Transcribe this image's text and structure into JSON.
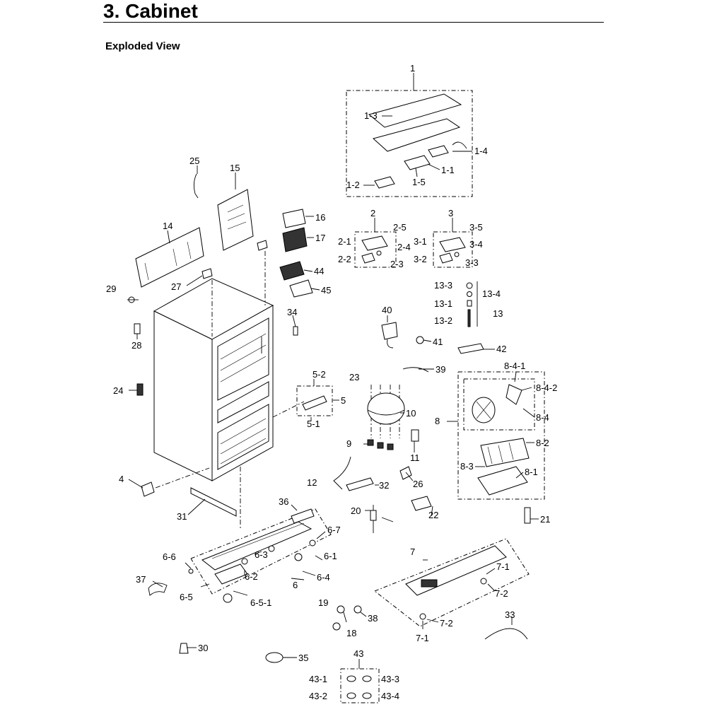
{
  "page": {
    "heading": "3.  Cabinet",
    "subheading": "Exploded View"
  },
  "callouts": {
    "c1": "1",
    "c1_1": "1-1",
    "c1_2": "1-2",
    "c1_3": "1-3",
    "c1_4": "1-4",
    "c1_5": "1-5",
    "c2": "2",
    "c2_1": "2-1",
    "c2_2": "2-2",
    "c2_3": "2-3",
    "c2_4": "2-4",
    "c2_5": "2-5",
    "c3": "3",
    "c3_1": "3-1",
    "c3_2": "3-2",
    "c3_3": "3-3",
    "c3_4": "3-4",
    "c3_5": "3-5",
    "c4": "4",
    "c5": "5",
    "c5_1": "5-1",
    "c5_2": "5-2",
    "c6": "6",
    "c6_1": "6-1",
    "c6_2": "6-2",
    "c6_3": "6-3",
    "c6_4": "6-4",
    "c6_5": "6-5",
    "c6_5_1": "6-5-1",
    "c6_6": "6-6",
    "c6_7": "6-7",
    "c7": "7",
    "c7_1a": "7-1",
    "c7_1b": "7-1",
    "c7_2a": "7-2",
    "c7_2b": "7-2",
    "c8": "8",
    "c8_1": "8-1",
    "c8_2": "8-2",
    "c8_3": "8-3",
    "c8_4": "8-4",
    "c8_4_1": "8-4-1",
    "c8_4_2": "8-4-2",
    "c9": "9",
    "c10": "10",
    "c11": "11",
    "c12": "12",
    "c13": "13",
    "c13_1": "13-1",
    "c13_2": "13-2",
    "c13_3": "13-3",
    "c13_4": "13-4",
    "c14": "14",
    "c15": "15",
    "c16": "16",
    "c17": "17",
    "c18": "18",
    "c19": "19",
    "c20": "20",
    "c21": "21",
    "c22": "22",
    "c23": "23",
    "c24": "24",
    "c25": "25",
    "c26": "26",
    "c27": "27",
    "c28": "28",
    "c29": "29",
    "c30": "30",
    "c31": "31",
    "c32": "32",
    "c33": "33",
    "c34": "34",
    "c35": "35",
    "c36": "36",
    "c37": "37",
    "c38": "38",
    "c39": "39",
    "c40": "40",
    "c41": "41",
    "c42": "42",
    "c43": "43",
    "c43_1": "43-1",
    "c43_2": "43-2",
    "c43_3": "43-3",
    "c43_4": "43-4",
    "c44": "44",
    "c45": "45"
  }
}
